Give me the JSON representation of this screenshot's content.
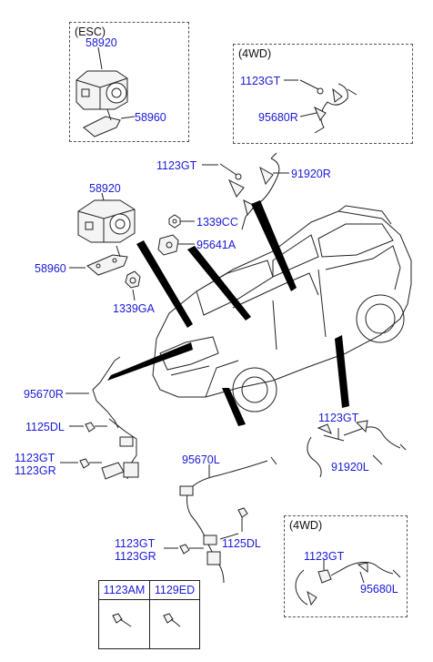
{
  "groups": {
    "esc": {
      "title": "(ESC)",
      "part_unit": "58920",
      "part_bracket": "58960"
    },
    "fourwd_top": {
      "title": "(4WD)",
      "part_bolt": "1123GT",
      "part_sensor": "95680R"
    },
    "fourwd_bottom": {
      "title": "(4WD)",
      "part_bolt": "1123GT",
      "part_sensor": "95680L"
    }
  },
  "labels": {
    "rear_bolt_right": "1123GT",
    "rear_sensor_right": "91920R",
    "hecu": "58920",
    "nut": "1339CC",
    "sensor_module": "95641A",
    "hecu_bracket": "58960",
    "nut_ga": "1339GA",
    "front_sensor_right": "95670R",
    "bolt_dl_right": "1125DL",
    "bolt_gt_right": "1123GT",
    "bolt_gr_right": "1123GR",
    "front_sensor_left": "95670L",
    "rear_bolt_left": "1123GT",
    "rear_sensor_left": "91920L",
    "bolt_gt_left": "1123GT",
    "bolt_gr_left": "1123GR",
    "bolt_dl_left": "1125DL"
  },
  "table": {
    "col1": "1123AM",
    "col2": "1129ED"
  }
}
